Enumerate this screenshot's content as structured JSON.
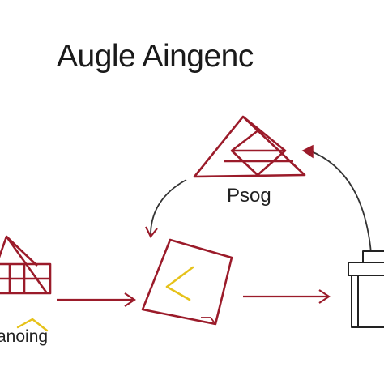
{
  "title": "Augle Aingenc",
  "labels": {
    "top_shape": "Psog",
    "bottom_left": "anoing"
  },
  "colors": {
    "background": "#ffffff",
    "primary_stroke": "#9b1b2a",
    "secondary_stroke": "#2a2a2a",
    "accent": "#e6c21a"
  },
  "icons": [
    "triangle-grid-icon",
    "tilted-card-icon",
    "battery-container-icon",
    "curved-arrow-icon",
    "straight-arrow-icon"
  ]
}
